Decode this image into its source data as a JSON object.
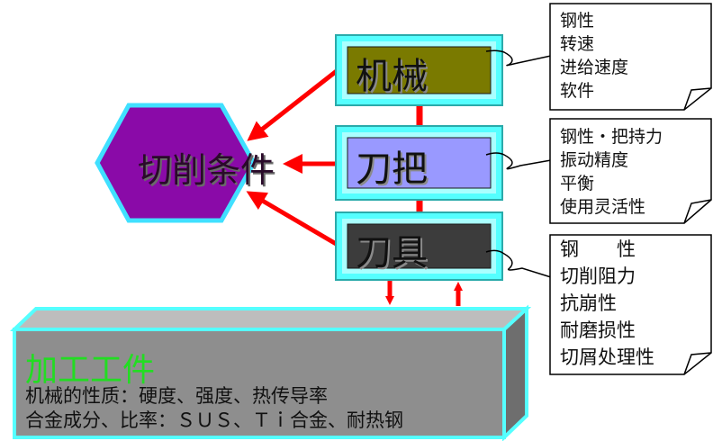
{
  "center": {
    "label": "切削条件"
  },
  "boxes": [
    {
      "label": "机械"
    },
    {
      "label": "刀把"
    },
    {
      "label": "刀具"
    }
  ],
  "notes": [
    {
      "lines": [
        "钢性",
        "转速",
        "进给速度",
        "软件"
      ]
    },
    {
      "lines": [
        "钢性・把持力",
        "振动精度",
        "平衡",
        "使用灵活性"
      ]
    },
    {
      "lines": [
        "钢　　性",
        "切削阻力",
        "抗崩性",
        "耐磨损性",
        "切屑处理性"
      ]
    }
  ],
  "workpiece": {
    "title": "加工工件",
    "line1": "机械的性质：硬度、强度、热传导率",
    "line2": "合金成分、比率：ＳＵＳ、Ｔｉ合金、耐热钢"
  },
  "colors": {
    "hexagon": "#8a0aa8",
    "hexagon_border": "#40e0ff",
    "box1_fill": "#7a7a00",
    "box2_fill": "#9999ff",
    "box3_fill": "#3c3c3c",
    "frame": "#55ffff",
    "arrow": "#ff0000",
    "workpiece_front": "#8e8e8e",
    "workpiece_title": "#22dd22"
  }
}
